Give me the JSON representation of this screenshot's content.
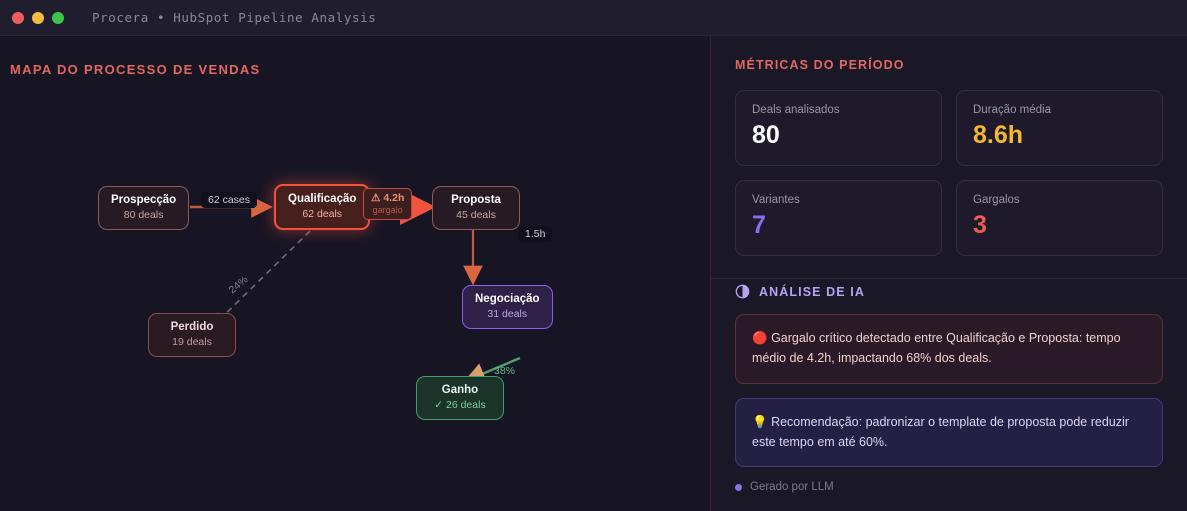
{
  "window": {
    "title": "Procera • HubSpot Pipeline Analysis",
    "controls": [
      "close",
      "minimize",
      "maximize"
    ]
  },
  "left_panel": {
    "title": "MAPA DO PROCESSO DE VENDAS",
    "nodes": [
      {
        "id": "prospeccao",
        "title": "Prospecção",
        "sub": "80 deals",
        "variant": "normal"
      },
      {
        "id": "qualificacao",
        "title": "Qualificação",
        "sub": "62 deals",
        "variant": "bottleneck"
      },
      {
        "id": "proposta",
        "title": "Proposta",
        "sub": "45 deals",
        "variant": "normal"
      },
      {
        "id": "negociacao",
        "title": "Negociação",
        "sub": "31 deals",
        "variant": "negotiation"
      },
      {
        "id": "ganho",
        "title": "Ganho",
        "sub": "✓ 26 deals",
        "variant": "won"
      },
      {
        "id": "perdido",
        "title": "Perdido",
        "sub": "19 deals",
        "variant": "lost"
      }
    ],
    "edges": [
      {
        "id": "prospeccao-qualificacao",
        "label": "62 cases",
        "style": "solid"
      },
      {
        "id": "qualificacao-proposta",
        "label": "4.2h",
        "sublabel": "gargalo",
        "style": "bottleneck",
        "icon": "warning-icon"
      },
      {
        "id": "proposta-negociacao",
        "label": "1.5h",
        "style": "solid"
      },
      {
        "id": "negociacao-ganho",
        "label": "38%",
        "style": "solid-green"
      },
      {
        "id": "qualificacao-perdido",
        "label": "24%",
        "style": "dashed"
      }
    ]
  },
  "right_panel": {
    "metrics_title": "MÉTRICAS DO PERÍODO",
    "metrics": [
      {
        "label": "Deals analisados",
        "value": "80",
        "color": "#ffffff"
      },
      {
        "label": "Duração média",
        "value": "8.6h",
        "color": "#f5b730"
      },
      {
        "label": "Variantes",
        "value": "7",
        "color": "#8a6cf0"
      },
      {
        "label": "Gargalos",
        "value": "3",
        "color": "#ef5b52"
      }
    ],
    "ai": {
      "title": "ANÁLISE DE IA",
      "icon": "half-circle-icon",
      "insights": [
        {
          "kind": "warning",
          "icon": "🔴",
          "text": "Gargalo crítico detectado entre Qualificação e Proposta: tempo médio de 4.2h, impactando 68% dos deals."
        },
        {
          "kind": "tip",
          "icon": "💡",
          "text": "Recomendação: padronizar o template de proposta pode reduzir este tempo em até 60%."
        }
      ],
      "footer": "Gerado por LLM"
    }
  },
  "colors": {
    "accent_red": "#e2685f",
    "accent_purple": "#b6a4f2",
    "bottleneck": "#f2533c",
    "won_green": "#3f9e6b",
    "background": "#171524"
  }
}
